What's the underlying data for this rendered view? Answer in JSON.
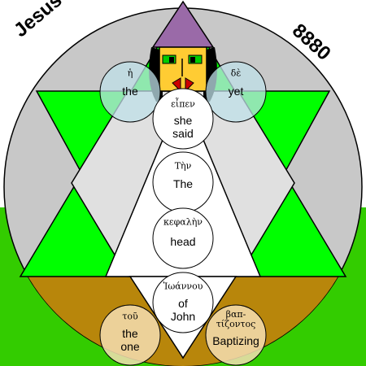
{
  "corner_labels": {
    "left": "Jesus",
    "right": "8880"
  },
  "words": [
    {
      "greek": "ἡ",
      "english": "the"
    },
    {
      "greek": "δὲ",
      "english": "yet"
    },
    {
      "greek": "εἶπεν",
      "english": "she\nsaid"
    },
    {
      "greek": "Τὴν",
      "english": "The"
    },
    {
      "greek": "κεφαλὴν",
      "english": "head"
    },
    {
      "greek": "Ἰωάννου",
      "english": "of\nJohn"
    },
    {
      "greek": "τοῦ",
      "english": "the\none"
    },
    {
      "greek": "βαπ-\nτίζοντος",
      "english": "Baptizing"
    }
  ],
  "colors": {
    "grass": "#33cc00",
    "circle_fill": "#c8c8c8",
    "outer_triangles": "#00ff00",
    "inner_region": "#e0e0e0",
    "lower_brown": "#b8860b",
    "hat": "#9a6aa8",
    "face": "#ffcc33",
    "hair": "#000000",
    "eyes": "#00cc00"
  }
}
